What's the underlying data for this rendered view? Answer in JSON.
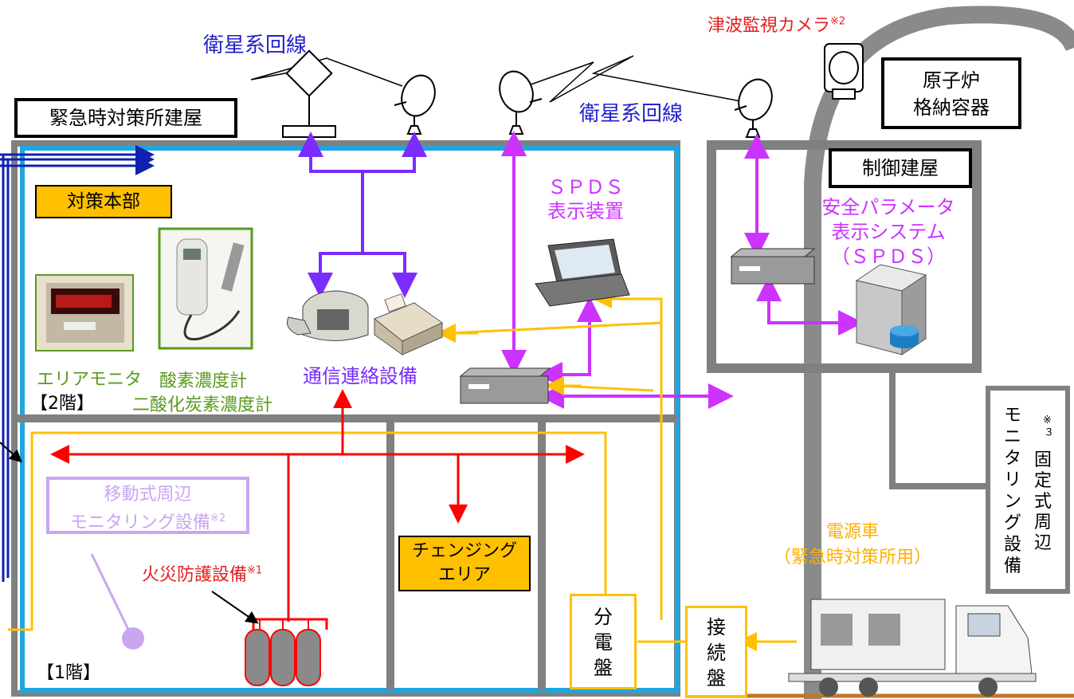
{
  "labels": {
    "satellite_line_left": "衛星系回線",
    "satellite_line_right": "衛星系回線",
    "tsunami_camera": "津波監視カメラ",
    "tsunami_camera_note": "※2",
    "reactor_line1": "原子炉",
    "reactor_line2": "格納容器",
    "emergency_building": "緊急時対策所建屋",
    "control_building": "制御建屋",
    "hq": "対策本部",
    "spds_display_line1": "ＳＰＤＳ",
    "spds_display_line2": "表示装置",
    "spds_system_line1": "安全パラメータ",
    "spds_system_line2": "表示システム",
    "spds_system_line3": "（ＳＰＤＳ）",
    "area_monitor": "エリアモニタ",
    "oxygen_meter": "酸素濃度計",
    "co2_meter": "二酸化炭素濃度計",
    "floor2": "【2階】",
    "comm_equipment": "通信連絡設備",
    "mobile_monitoring_line1": "移動式周辺",
    "mobile_monitoring_line2": "モニタリング設備",
    "mobile_monitoring_note": "※2",
    "fire_protection": "火災防護設備",
    "fire_protection_note": "※1",
    "changing_area_line1": "チェンジング",
    "changing_area_line2": "エリア",
    "floor1": "【1階】",
    "distribution_panel": [
      "分",
      "電",
      "盤"
    ],
    "connection_panel": [
      "接",
      "続",
      "盤"
    ],
    "power_vehicle_line1": "電源車",
    "power_vehicle_line2": "（緊急時対策所用）",
    "fixed_monitoring": [
      "固",
      "定",
      "式",
      "周",
      "辺"
    ],
    "fixed_monitoring2": [
      "モ",
      "ニ",
      "タ",
      "リ",
      "ン",
      "グ",
      "設",
      "備"
    ],
    "fixed_monitoring_note": "※３"
  },
  "colors": {
    "satellite": "#2222cc",
    "purple_line": "#7b2cff",
    "magenta": "#cc33ff",
    "red": "#ff0000",
    "orange": "#ffc000",
    "building_blue": "#1ea6e0",
    "wall_gray": "#808080",
    "hq_fill": "#ffc000",
    "green_text": "#5a9a1e",
    "lavender": "#c9a6ef",
    "power_orange": "#ffb000"
  }
}
